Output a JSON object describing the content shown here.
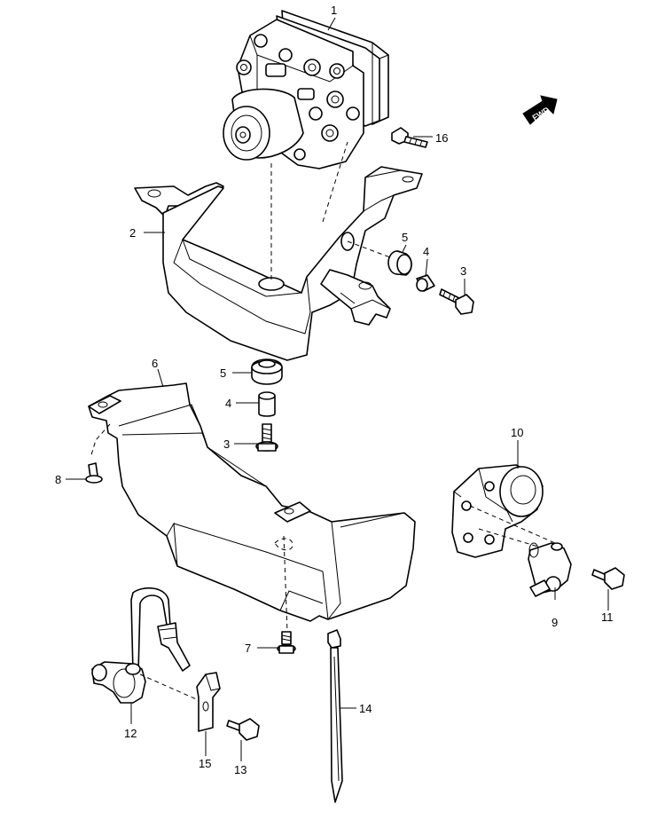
{
  "diagram": {
    "direction_indicator": "FWD",
    "callouts": [
      {
        "id": "c1",
        "label": "1"
      },
      {
        "id": "c2",
        "label": "2"
      },
      {
        "id": "c3a",
        "label": "3"
      },
      {
        "id": "c3b",
        "label": "3"
      },
      {
        "id": "c4a",
        "label": "4"
      },
      {
        "id": "c4b",
        "label": "4"
      },
      {
        "id": "c5a",
        "label": "5"
      },
      {
        "id": "c5b",
        "label": "5"
      },
      {
        "id": "c6",
        "label": "6"
      },
      {
        "id": "c7",
        "label": "7"
      },
      {
        "id": "c8",
        "label": "8"
      },
      {
        "id": "c9",
        "label": "9"
      },
      {
        "id": "c10",
        "label": "10"
      },
      {
        "id": "c11",
        "label": "11"
      },
      {
        "id": "c12",
        "label": "12"
      },
      {
        "id": "c13",
        "label": "13"
      },
      {
        "id": "c14",
        "label": "14"
      },
      {
        "id": "c15",
        "label": "15"
      },
      {
        "id": "c16",
        "label": "16"
      }
    ]
  }
}
